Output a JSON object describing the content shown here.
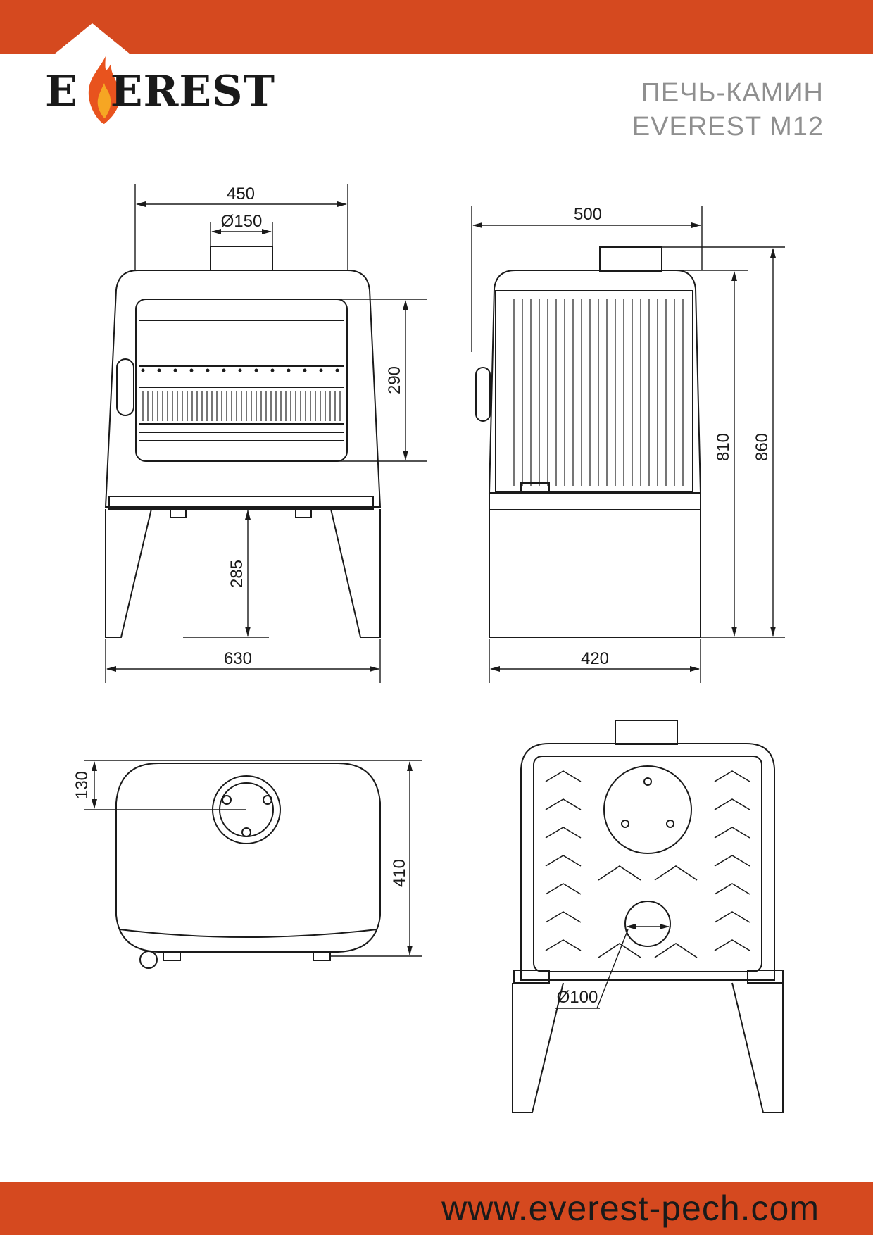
{
  "brand": {
    "logo_text": "EVEREST"
  },
  "header": {
    "title_line1": "ПЕЧЬ-КАМИН",
    "title_line2": "EVEREST M12"
  },
  "footer": {
    "website": "www.everest-pech.com"
  },
  "colors": {
    "accent": "#d5491f",
    "flame_outer": "#e8531e",
    "flame_inner": "#f6a623",
    "ink": "#1a1a1a",
    "title_grey": "#8f8f8f"
  },
  "dimensions": {
    "front_width": "450",
    "flue_diameter": "Ø150",
    "firebox_height": "290",
    "leg_clearance": "285",
    "base_width": "630",
    "side_depth": "500",
    "height_810": "810",
    "height_860": "860",
    "side_base": "420",
    "flue_offset": "130",
    "top_depth": "410",
    "inlet_diameter": "Ø100"
  }
}
